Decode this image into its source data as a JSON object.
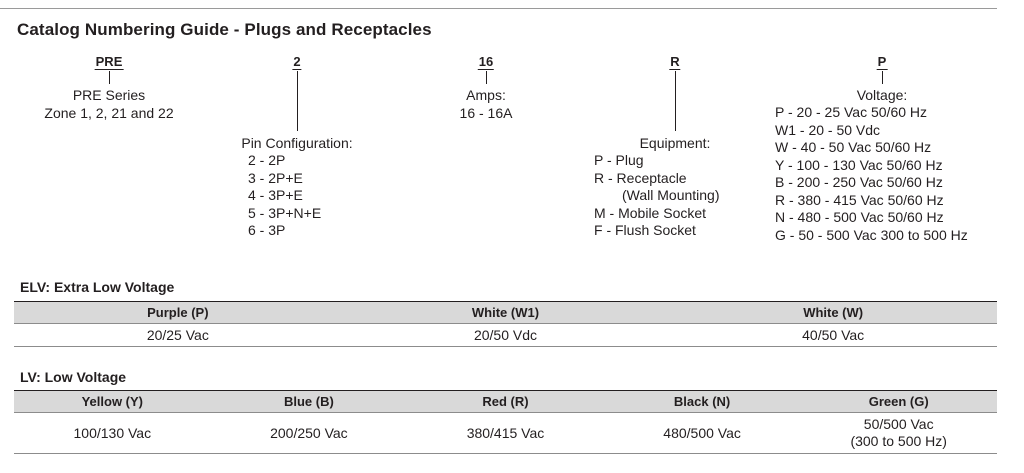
{
  "title": "Catalog Numbering Guide - Plugs and Receptacles",
  "codes": [
    {
      "code": "PRE",
      "heading": "PRE Series",
      "lines": [
        "Zone 1, 2, 21 and 22"
      ]
    },
    {
      "code": "2",
      "heading": "Pin Configuration:",
      "lines": [
        "2 - 2P",
        "3 - 2P+E",
        "4 - 3P+E",
        "5 - 3P+N+E",
        "6 - 3P"
      ]
    },
    {
      "code": "16",
      "heading": "Amps:",
      "lines": [
        "16 - 16A"
      ]
    },
    {
      "code": "R",
      "heading": "Equipment:",
      "lines": [
        "P - Plug",
        "R - Receptacle",
        "(Wall Mounting)",
        "M - Mobile Socket",
        "F - Flush Socket"
      ]
    },
    {
      "code": "P",
      "heading": "Voltage:",
      "lines": [
        "P - 20 - 25 Vac 50/60 Hz",
        "W1 - 20 - 50 Vdc",
        "W - 40 - 50 Vac 50/60 Hz",
        "Y - 100 - 130 Vac 50/60 Hz",
        "B - 200 - 250 Vac 50/60 Hz",
        "R - 380 - 415 Vac 50/60 Hz",
        "N - 480 - 500 Vac 50/60 Hz",
        "G - 50 - 500 Vac 300 to 500 Hz"
      ]
    }
  ],
  "elv": {
    "title": "ELV: Extra Low Voltage",
    "headers": [
      "Purple (P)",
      "White (W1)",
      "White (W)"
    ],
    "values": [
      "20/25 Vac",
      "20/50 Vdc",
      "40/50 Vac"
    ]
  },
  "lv": {
    "title": "LV: Low Voltage",
    "headers": [
      "Yellow (Y)",
      "Blue (B)",
      "Red (R)",
      "Black (N)",
      "Green (G)"
    ],
    "values": [
      "100/130 Vac",
      "200/250 Vac",
      "380/415 Vac",
      "480/500 Vac",
      "50/500 Vac"
    ],
    "note": "(300 to 500 Hz)"
  }
}
